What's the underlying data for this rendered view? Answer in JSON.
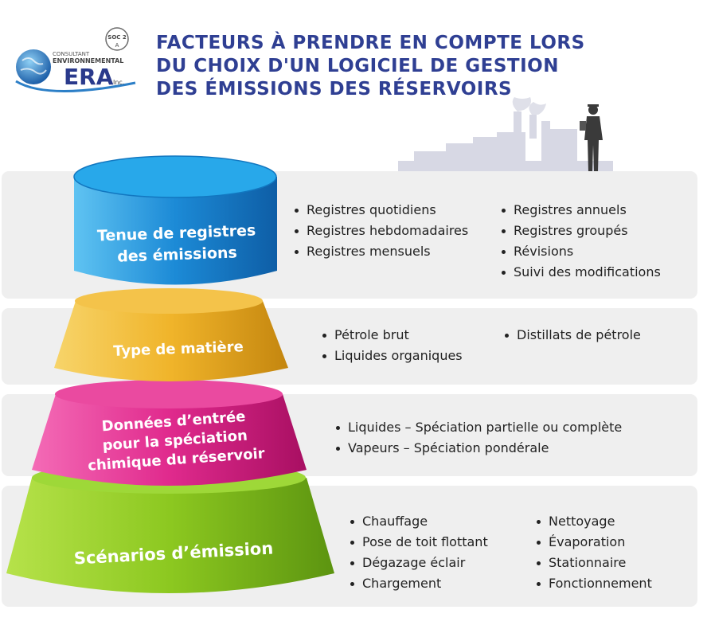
{
  "logo": {
    "line1": "CONSULTANT",
    "line2": "ENVIRONNEMENTAL",
    "brand": "ERA",
    "suffix": "Inc.",
    "badge_top": "SOC 2",
    "badge_bottom": "A"
  },
  "title_lines": [
    "FACTEURS À PRENDRE EN COMPTE LORS",
    "DU CHOIX D'UN LOGICIEL DE GESTION",
    "DES ÉMISSIONS DES RÉSERVOIRS"
  ],
  "colors": {
    "title": "#2f3f93",
    "tier1": "#1c8ad6",
    "tier2": "#f0b42a",
    "tier3": "#e02a8d",
    "tier4": "#8cc820",
    "panel": "#efefef"
  },
  "tiers": [
    {
      "label_lines": [
        "Tenue de registres",
        "des émissions"
      ],
      "col1": [
        "Registres quotidiens",
        "Registres hebdomadaires",
        "Registres mensuels"
      ],
      "col2": [
        "Registres annuels",
        "Registres groupés",
        "Révisions",
        "Suivi des modifications"
      ]
    },
    {
      "label_lines": [
        "Type de matière"
      ],
      "col1": [
        "Pétrole brut",
        "Liquides organiques"
      ],
      "col2": [
        "Distillats de pétrole"
      ]
    },
    {
      "label_lines": [
        "Données d’entrée",
        "pour la spéciation",
        "chimique du réservoir"
      ],
      "col1": [
        "Liquides – Spéciation partielle ou complète",
        "Vapeurs – Spéciation pondérale"
      ],
      "col2": []
    },
    {
      "label_lines": [
        "Scénarios d’émission"
      ],
      "col1": [
        "Chauffage",
        "Pose de toit flottant",
        "Dégazage éclair",
        "Chargement"
      ],
      "col2": [
        "Nettoyage",
        "Évaporation",
        "Stationnaire",
        "Fonctionnement"
      ]
    }
  ]
}
